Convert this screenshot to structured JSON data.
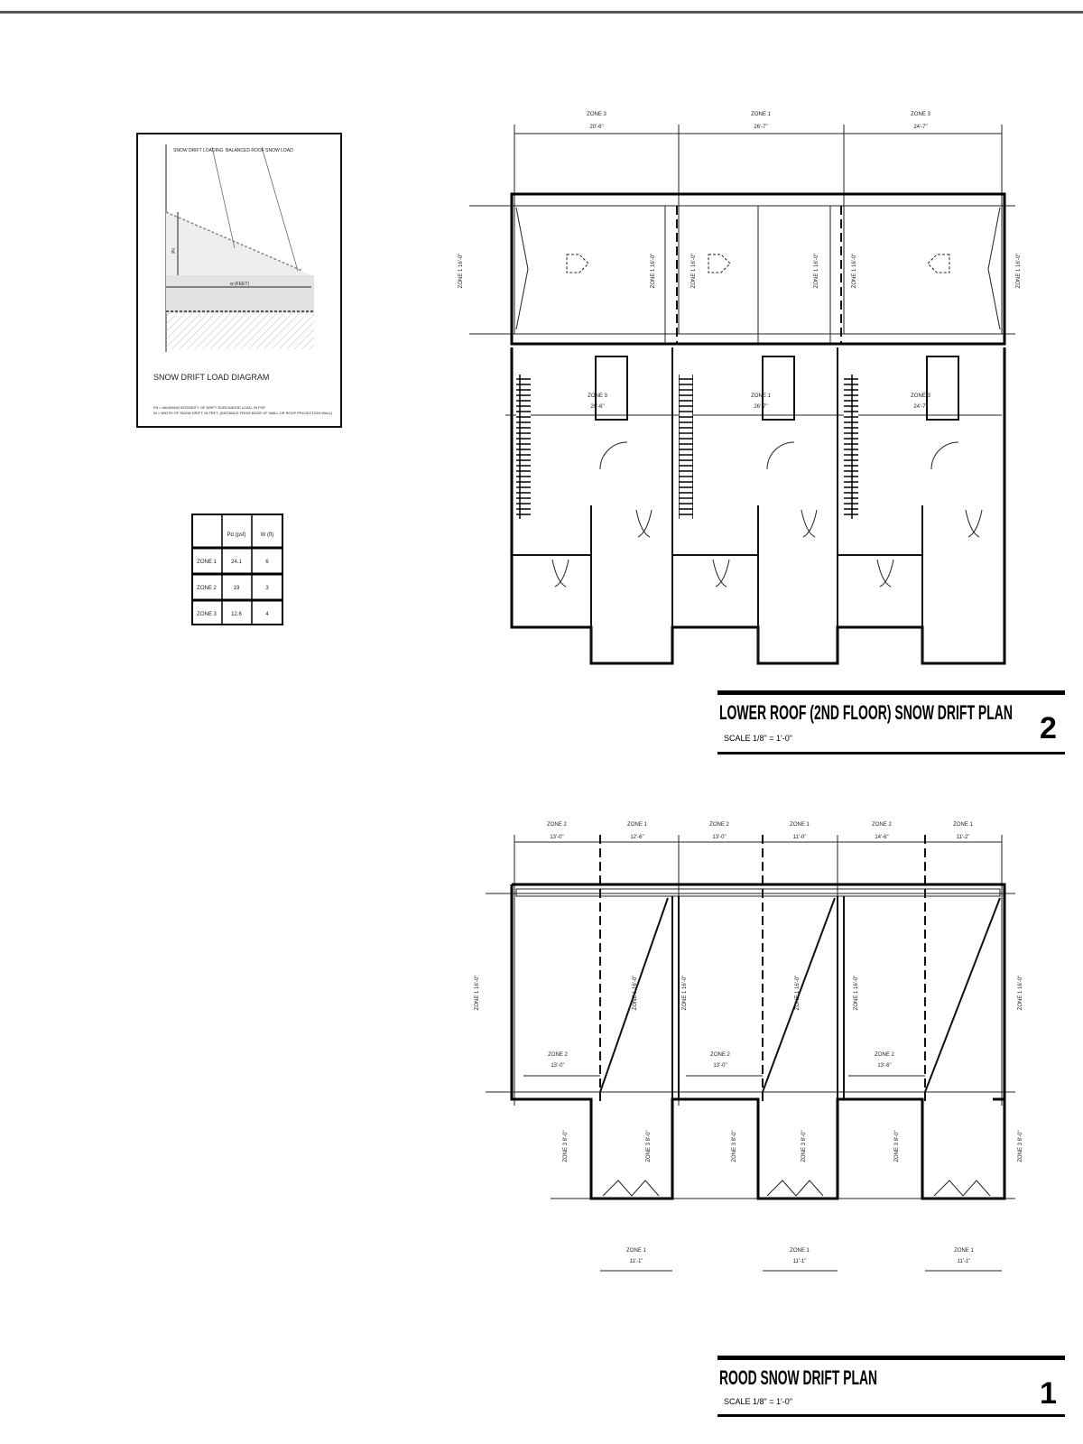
{
  "diagram": {
    "title": "SNOW DRIFT LOAD DIAGRAM",
    "callout_left": "SNOW DRIFT LOADING",
    "callout_right": "BALANCED ROOF SNOW LOAD",
    "height_label": "hd",
    "width_label": "w (FEET)",
    "notes": [
      "Pd = MAXIMUM INTENSITY OF DRIFT SURCHARGE LOAD, IN PSF",
      "W = WIDTH OF SNOW DRIFT, IN FEET, (DISTANCE FROM EDGE OF WALL OR ROOF PROJECTION WALL)"
    ]
  },
  "zone_table": {
    "headers": [
      "",
      "Pd (psf)",
      "W (ft)"
    ],
    "rows": [
      [
        "ZONE 1",
        "24.1",
        "6"
      ],
      [
        "ZONE 2",
        "19",
        "3"
      ],
      [
        "ZONE 3",
        "12.6",
        "4"
      ]
    ]
  },
  "plan2": {
    "title": "LOWER ROOF (2ND FLOOR)  SNOW DRIFT PLAN",
    "scale": "SCALE 1/8\" = 1'-0\"",
    "number": "2",
    "top_dims": [
      {
        "zone": "ZONE 3",
        "len": "20'-6\""
      },
      {
        "zone": "ZONE 1",
        "len": "26'-7\""
      },
      {
        "zone": "ZONE 3",
        "len": "24'-7\""
      }
    ],
    "inner_dims": [
      {
        "zone": "ZONE 3",
        "len": "20'-6\""
      },
      {
        "zone": "ZONE 1",
        "len": "26'-7\""
      },
      {
        "zone": "ZONE 3",
        "len": "24'-7\""
      }
    ],
    "side_dim": "ZONE 1 16'-0\""
  },
  "plan1": {
    "title": "ROOD SNOW DRIFT PLAN",
    "scale": "SCALE 1/8\" = 1'-0\"",
    "number": "1",
    "top_dims": [
      {
        "zone": "ZONE 2",
        "len": "13'-0\""
      },
      {
        "zone": "ZONE 1",
        "len": "12'-6\""
      },
      {
        "zone": "ZONE 2",
        "len": "13'-0\""
      },
      {
        "zone": "ZONE 1",
        "len": "11'-0\""
      },
      {
        "zone": "ZONE 2",
        "len": "14'-6\""
      },
      {
        "zone": "ZONE 1",
        "len": "11'-2\""
      }
    ],
    "mid_dims": [
      {
        "zone": "ZONE 2",
        "len": "13'-0\""
      },
      {
        "zone": "ZONE 2",
        "len": "13'-0\""
      },
      {
        "zone": "ZONE 2",
        "len": "13'-6\""
      }
    ],
    "bottom_dims": [
      {
        "zone": "ZONE 1",
        "len": "11'-1\""
      },
      {
        "zone": "ZONE 1",
        "len": "11'-1\""
      },
      {
        "zone": "ZONE 1",
        "len": "11'-1\""
      }
    ],
    "side_dim": "ZONE 1 16'-0\"",
    "lower_side_dim": "ZONE 3 8'-0\""
  }
}
